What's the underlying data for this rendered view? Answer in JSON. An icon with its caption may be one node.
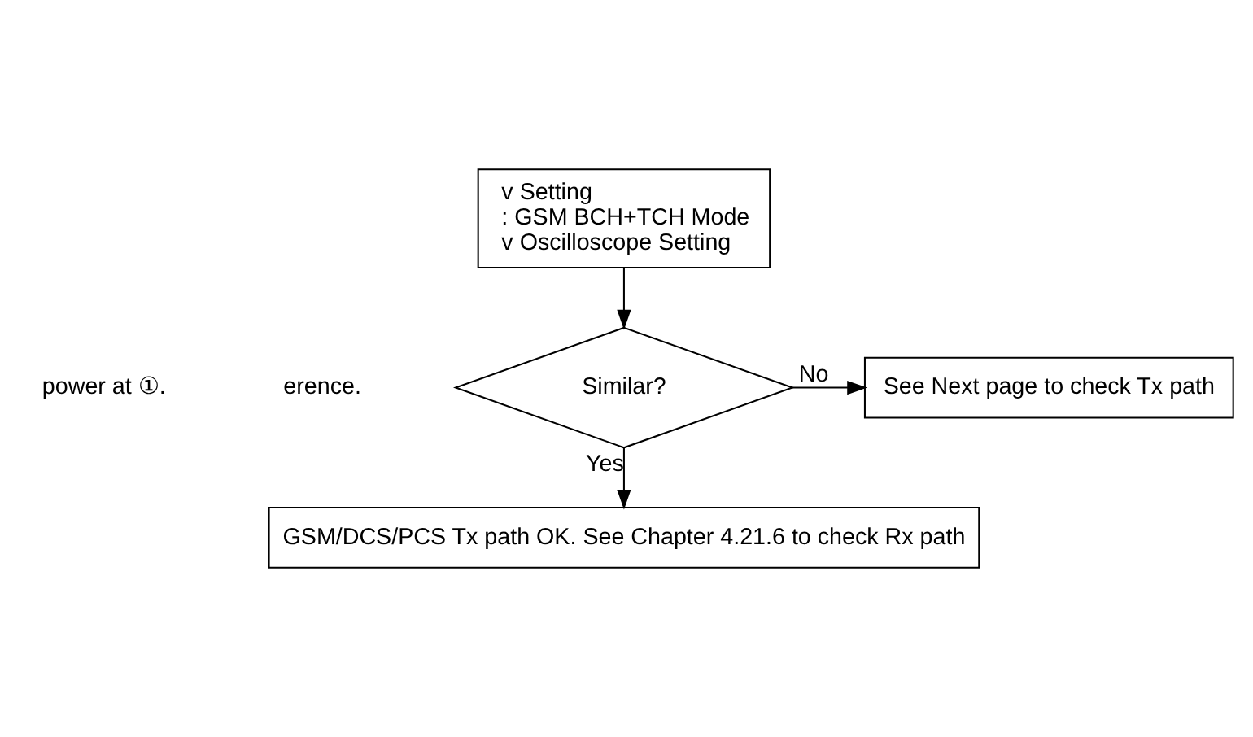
{
  "diagram": {
    "nodes": [
      {
        "text": [
          "v Setting",
          ": GSM BCH+TCH Mode",
          "v Oscilloscope Setting"
        ]
      },
      {
        "text": [
          "Similar?"
        ]
      },
      {
        "text": [
          "See Next page to check Tx path"
        ]
      },
      {
        "text": [
          "GSM/DCS/PCS Tx path OK. See Chapter 4.21.6 to check Rx path"
        ]
      }
    ],
    "edges": [
      {
        "from": 0,
        "to": 1,
        "arrow": "to"
      },
      {
        "from": 1,
        "to": 2,
        "arrow": "to",
        "label": "No"
      },
      {
        "from": 1,
        "to": 3,
        "arrow": "to",
        "label": "Yes"
      }
    ],
    "labels": [
      "power at ①.",
      "erence."
    ]
  }
}
